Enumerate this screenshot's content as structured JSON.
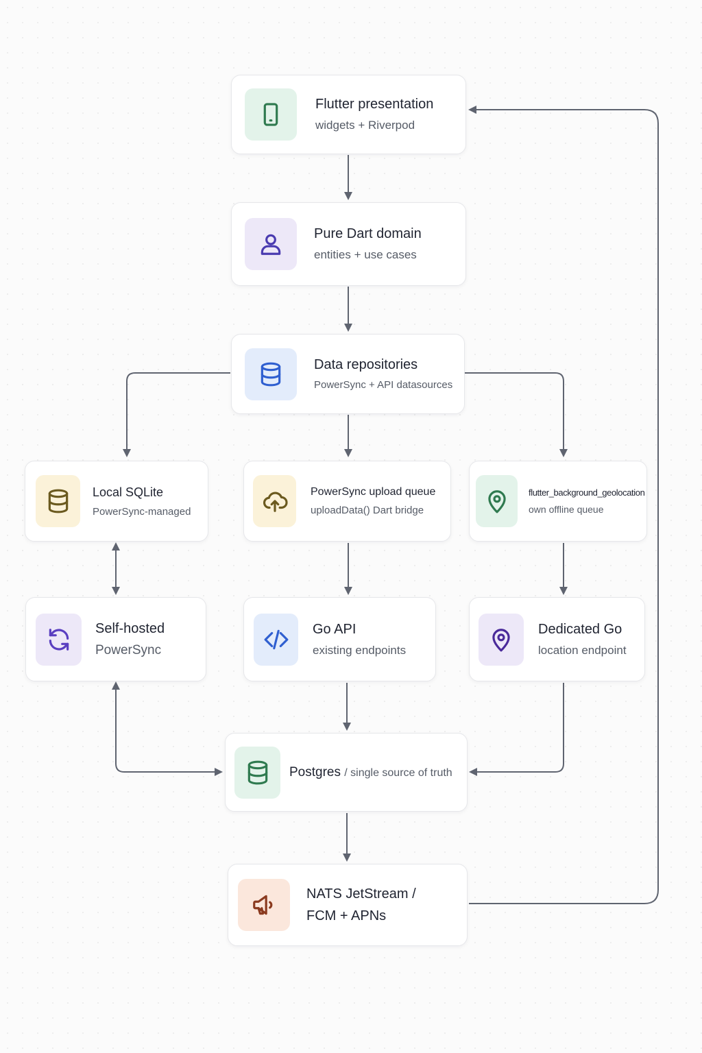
{
  "nodes": {
    "flutter": {
      "title": "Flutter presentation",
      "subtitle": "widgets + Riverpod",
      "icon": "smartphone-icon",
      "tile_color": "#e3f3ea",
      "icon_color": "#2f7a4f"
    },
    "domain": {
      "title": "Pure Dart domain",
      "subtitle": "entities + use cases",
      "icon": "user-icon",
      "tile_color": "#ede8f8",
      "icon_color": "#4a3bb0"
    },
    "data_repos": {
      "title": "Data repositories",
      "subtitle": "PowerSync + API datasources",
      "icon": "database-icon",
      "tile_color": "#e3ecfb",
      "icon_color": "#2f5fd0"
    },
    "local_sqlite": {
      "title": "Local SQLite",
      "subtitle": "PowerSync-managed",
      "icon": "database-icon",
      "tile_color": "#fbf2d9",
      "icon_color": "#6b5a1f"
    },
    "upload_queue": {
      "title": "PowerSync upload queue",
      "subtitle": "uploadData() Dart bridge",
      "icon": "cloud-upload-icon",
      "tile_color": "#fbf2d9",
      "icon_color": "#6b5a1f"
    },
    "bg_geo": {
      "title": "flutter_background_geolocation",
      "subtitle": "own offline queue",
      "icon": "map-pin-icon",
      "tile_color": "#e3f3ea",
      "icon_color": "#2f7a4f"
    },
    "self_hosted": {
      "title": "Self-hosted",
      "subtitle": "PowerSync",
      "icon": "sync-icon",
      "tile_color": "#ede8f8",
      "icon_color": "#5a3fc0"
    },
    "go_api": {
      "title": "Go API",
      "subtitle": "existing endpoints",
      "icon": "code-icon",
      "tile_color": "#e3ecfb",
      "icon_color": "#2f5fd0"
    },
    "dedicated_go": {
      "title": "Dedicated Go",
      "subtitle": "location endpoint",
      "icon": "map-pin-icon",
      "tile_color": "#ede8f8",
      "icon_color": "#4a2a9a"
    },
    "postgres": {
      "title": "Postgres",
      "subtitle": "/ single source of truth",
      "icon": "database-icon",
      "tile_color": "#e3f3ea",
      "icon_color": "#2f7a4f"
    },
    "nats": {
      "title": "NATS JetStream /",
      "subtitle": "FCM + APNs",
      "icon": "megaphone-icon",
      "tile_color": "#fbe7dc",
      "icon_color": "#8a3a1f"
    }
  },
  "colors": {
    "connector": "#5f6470",
    "card_border": "#e6e7ea"
  }
}
